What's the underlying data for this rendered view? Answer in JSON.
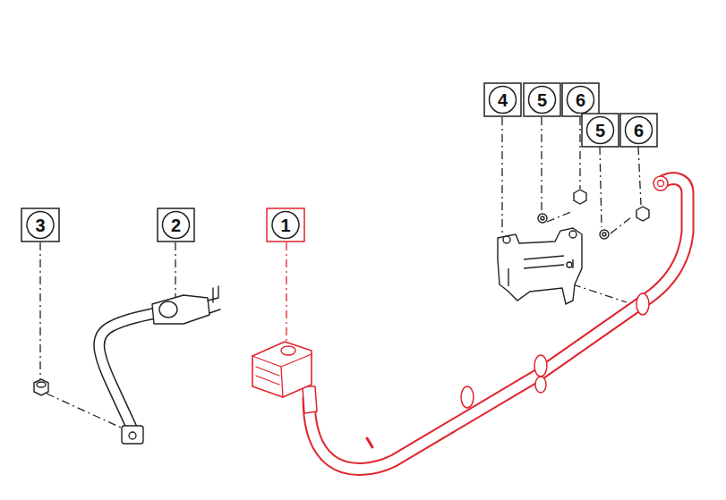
{
  "diagram": {
    "labels": [
      "4",
      "5",
      "6",
      "5",
      "6",
      "3",
      "2",
      "1"
    ]
  }
}
